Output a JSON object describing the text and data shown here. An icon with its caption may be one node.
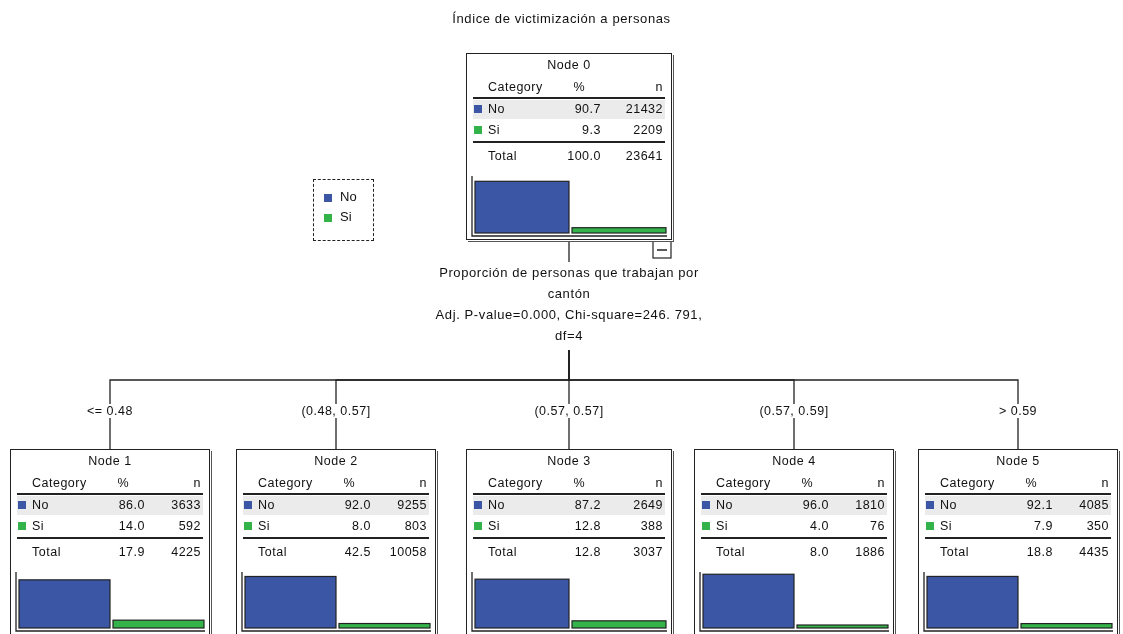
{
  "diagram": {
    "title": "Índice de victimización a personas",
    "nodes": [
      {
        "text": [
          "Node 0",
          "Category",
          "%",
          "n",
          "No",
          "90.7",
          "21432",
          "Si",
          "9.3",
          "2209",
          "Total",
          "100.0",
          "23641"
        ]
      },
      {
        "text": [
          "Proporción de personas que trabajan por cantón",
          "Adj. P-value=0.000, Chi-square=246. 791, df=4"
        ]
      },
      {
        "text": [
          "Node 1",
          "Category",
          "%",
          "n",
          "No",
          "86.0",
          "3633",
          "Si",
          "14.0",
          "592",
          "Total",
          "17.9",
          "4225"
        ]
      },
      {
        "text": [
          "Node 2",
          "Category",
          "%",
          "n",
          "No",
          "92.0",
          "9255",
          "Si",
          "8.0",
          "803",
          "Total",
          "42.5",
          "10058"
        ]
      },
      {
        "text": [
          "Node 3",
          "Category",
          "%",
          "n",
          "No",
          "87.2",
          "2649",
          "Si",
          "12.8",
          "388",
          "Total",
          "12.8",
          "3037"
        ]
      },
      {
        "text": [
          "Node 4",
          "Category",
          "%",
          "n",
          "No",
          "96.0",
          "1810",
          "Si",
          "4.0",
          "76",
          "Total",
          "8.0",
          "1886"
        ]
      },
      {
        "text": [
          "Node 5",
          "Category",
          "%",
          "n",
          "No",
          "92.1",
          "4085",
          "Si",
          "7.9",
          "350",
          "Total",
          "18.8",
          "4435"
        ]
      }
    ],
    "edges": [
      {
        "from": 0,
        "to": 1,
        "arrow": "none"
      },
      {
        "from": 1,
        "to": 2,
        "arrow": "none",
        "label": "<= 0.48"
      },
      {
        "from": 1,
        "to": 3,
        "arrow": "none",
        "label": "(0.48, 0.57]"
      },
      {
        "from": 1,
        "to": 4,
        "arrow": "none",
        "label": "(0.57, 0.57]"
      },
      {
        "from": 1,
        "to": 5,
        "arrow": "none",
        "label": "(0.57, 0.59]"
      },
      {
        "from": 1,
        "to": 6,
        "arrow": "none",
        "label": "> 0.59"
      }
    ],
    "legend": [
      {
        "text": "No",
        "color": "#3a56a5"
      },
      {
        "text": "Si",
        "color": "#33b34a"
      }
    ]
  }
}
